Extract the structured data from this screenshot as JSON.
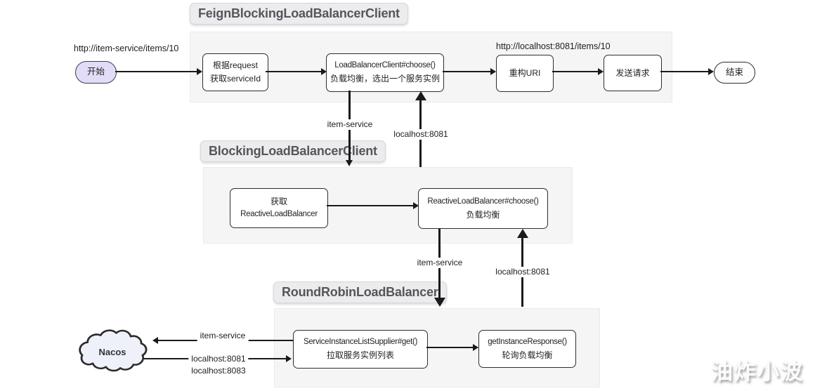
{
  "sections": {
    "feign": {
      "title": "FeignBlockingLoadBalancerClient"
    },
    "blocking": {
      "title": "BlockingLoadBalancerClient"
    },
    "roundrobin": {
      "title": "RoundRobinLoadBalancer"
    }
  },
  "nodes": {
    "start": {
      "label": "开始"
    },
    "getServiceId": {
      "line1": "根据request",
      "line2": "获取serviceId"
    },
    "lbChoose": {
      "line1": "LoadBalancerClient#choose()",
      "line2": "负载均衡，选出一个服务实例"
    },
    "rebuildUri": {
      "label": "重构URI"
    },
    "sendRequest": {
      "label": "发送请求"
    },
    "end": {
      "label": "结束"
    },
    "getReactive": {
      "line1": "获取",
      "line2": "ReactiveLoadBalancer"
    },
    "reactiveChoose": {
      "line1": "ReactiveLoadBalancer#choose()",
      "line2": "负载均衡"
    },
    "supplierGet": {
      "line1": "ServiceInstanceListSupplier#get()",
      "line2": "拉取服务实例列表"
    },
    "getInstanceResponse": {
      "line1": "getInstanceResponse()",
      "line2": "轮询负载均衡"
    },
    "nacos": {
      "label": "Nacos"
    }
  },
  "edge_labels": {
    "request_url": "http://item-service/items/10",
    "rebuilt_url": "http://localhost:8081/items/10",
    "feign_down": "item-service",
    "feign_up": "localhost:8081",
    "blocking_down": "item-service",
    "blocking_up": "localhost:8081",
    "nacos_pull": "item-service",
    "nacos_return1": "localhost:8081",
    "nacos_return2": "localhost:8083"
  },
  "watermark": "油炸小波",
  "colors": {
    "arrow": "#1a1a1a",
    "container_fill": "#f5f5f6",
    "badge_fill": "#ececee",
    "start_node_fill": "#e3dcf6",
    "node_border": "#2d2d2d",
    "cloud_fill": "#eef1f9"
  }
}
